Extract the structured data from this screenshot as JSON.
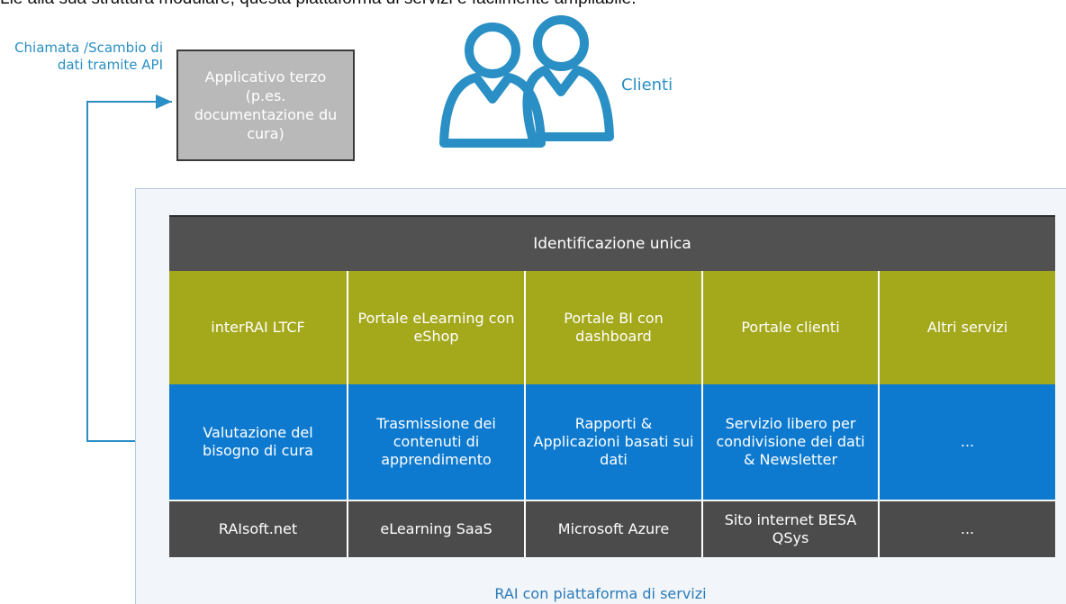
{
  "intro_text": "Lie alla sua struttura modulare, questa piattaforma di servizi è facilmente ampliabile.",
  "api_label": "Chiamata /Scambio di dati tramite API",
  "third_party_app": "Applicativo terzo (p.es. documentazione du cura)",
  "clients_label": "Clienti",
  "header": "Identificazione unica",
  "services": [
    "interRAI LTCF",
    "Portale eLearning con eShop",
    "Portale BI con dashboard",
    "Portale clienti",
    "Altri servizi"
  ],
  "functions": [
    "Valutazione del bisogno di cura",
    "Trasmissione dei contenuti di apprendimento",
    "Rapporti & Applicazioni basati sui dati",
    "Servizio libero per condivisione dei dati & Newsletter",
    "..."
  ],
  "platforms": [
    "RAIsoft.net",
    "eLearning SaaS",
    "Microsoft Azure",
    "Sito internet BESA QSys",
    "..."
  ],
  "platform_label": "RAI con piattaforma di servizi",
  "colors": {
    "accent_blue": "#0d7ad0",
    "olive": "#a4a81b",
    "dark_gray": "#4b4b4b",
    "header_gray": "#515151",
    "label_blue": "#2a8fc4"
  }
}
